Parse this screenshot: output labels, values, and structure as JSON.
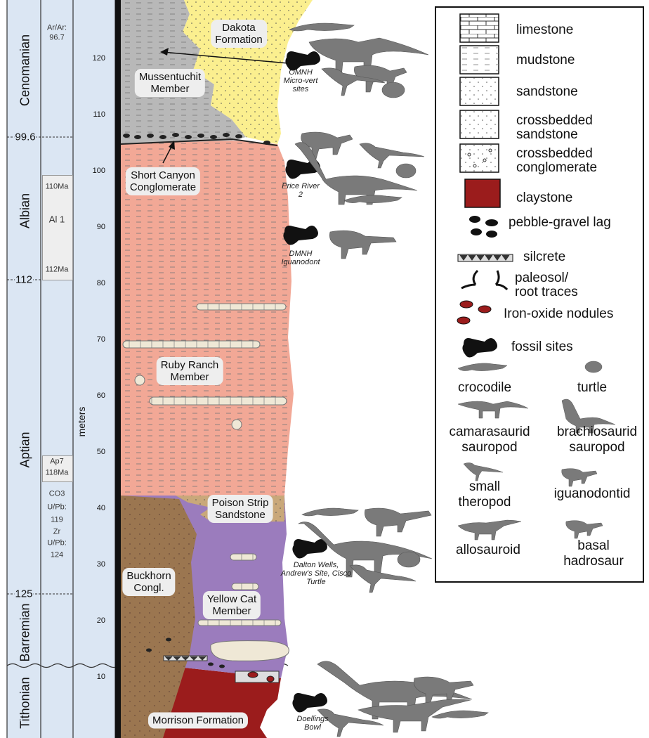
{
  "time_scale": {
    "stages": [
      "Cenomanian",
      "Albian",
      "Aptian",
      "Barremian",
      "Tithonian"
    ],
    "boundaries": [
      "99.6",
      "112",
      "125"
    ]
  },
  "dates": {
    "arar": [
      "Ar/Ar:",
      "96.7"
    ],
    "al1_top": "110Ma",
    "al1": "Al 1",
    "al1_bottom": "112Ma",
    "ap7": [
      "Ap7",
      "118Ma"
    ],
    "co3": [
      "CO3",
      "U/Pb:",
      "119"
    ],
    "zr": [
      "Zr",
      "U/Pb:",
      "124"
    ]
  },
  "scale": {
    "unit": "meters",
    "ticks": [
      "10",
      "20",
      "30",
      "40",
      "50",
      "60",
      "70",
      "80",
      "90",
      "100",
      "110",
      "120"
    ]
  },
  "units": {
    "dakota": [
      "Dakota",
      "Formation"
    ],
    "mussentuchit": [
      "Mussentuchit",
      "Member"
    ],
    "short_canyon": [
      "Short Canyon",
      "Conglomerate"
    ],
    "ruby_ranch": [
      "Ruby Ranch",
      "Member"
    ],
    "poison_strip": [
      "Poison Strip",
      "Sandstone"
    ],
    "buckhorn": [
      "Buckhorn",
      "Congl."
    ],
    "yellow_cat": [
      "Yellow Cat",
      "Member"
    ],
    "morrison": "Morrison Formation"
  },
  "sites": {
    "omnh": [
      "OMNH",
      "Micro-vert",
      "sites"
    ],
    "price_river": [
      "Price River",
      "2"
    ],
    "dmnh": [
      "DMNH",
      "Iguanodont"
    ],
    "dalton": [
      "Dalton Wells,",
      "Andrew's Site, Cisco",
      "Turtle"
    ],
    "doellings": [
      "Doellings",
      "Bowl"
    ]
  },
  "legend": {
    "limestone": "limestone",
    "mudstone": "mudstone",
    "sandstone": "sandstone",
    "cb_sandstone": [
      "crossbedded",
      "sandstone"
    ],
    "cb_conglomerate": [
      "crossbedded",
      "conglomerate"
    ],
    "claystone": "claystone",
    "pebble": "pebble-gravel lag",
    "silcrete": "silcrete",
    "paleosol": [
      "paleosol/",
      "root traces"
    ],
    "iron": "Iron-oxide nodules",
    "fossil": "fossil sites",
    "crocodile": "crocodile",
    "turtle": "turtle",
    "camarasaurid": [
      "camarasaurid",
      "sauropod"
    ],
    "brachiosaurid": [
      "brachiosaurid",
      "sauropod"
    ],
    "small_theropod": [
      "small",
      "theropod"
    ],
    "iguanodontid": "iguanodontid",
    "allosauroid": "allosauroid",
    "basal_hadrosaur": [
      "basal",
      "hadrosaur"
    ]
  },
  "colors": {
    "timescale_bg": "#dbe6f3",
    "mudstone": "#b8b8b8",
    "dakota_sand": "#fbef8f",
    "ruby_ranch": "#f2a896",
    "poison_strip": "#c9a87a",
    "buckhorn": "#9b7650",
    "yellow_cat": "#9b7cbd",
    "morrison": "#9b1c1c",
    "silhouette": "#7a7a7a"
  }
}
